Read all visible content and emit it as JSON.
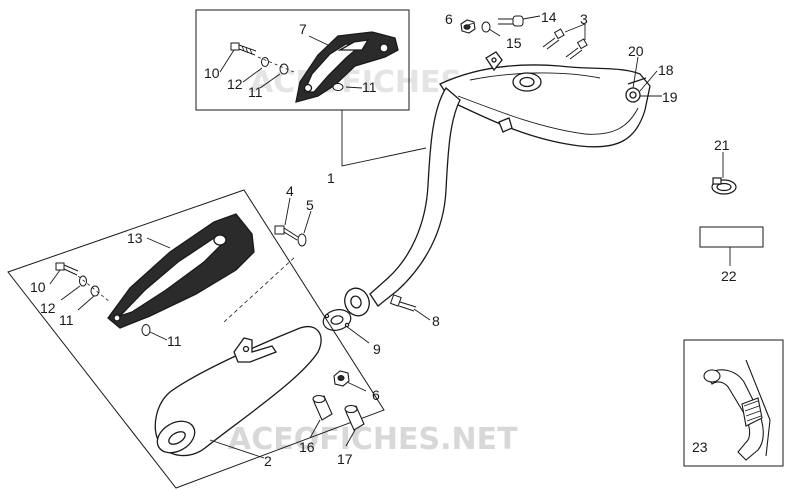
{
  "watermark": "ACEOFICHES.NET",
  "callouts": {
    "n1": "1",
    "n2": "2",
    "n3": "3",
    "n4": "4",
    "n5": "5",
    "n6a": "6",
    "n6b": "6",
    "n7": "7",
    "n8": "8",
    "n9": "9",
    "n10a": "10",
    "n10b": "10",
    "n11a": "11",
    "n11b": "11",
    "n11c": "11",
    "n11d": "11",
    "n12a": "12",
    "n12b": "12",
    "n13": "13",
    "n14": "14",
    "n15": "15",
    "n16": "16",
    "n17": "17",
    "n18": "18",
    "n19": "19",
    "n20": "20",
    "n21": "21",
    "n22": "22",
    "n23": "23"
  },
  "colors": {
    "line": "#1a1a1a",
    "part_fill": "#ffffff",
    "dark_fill": "#2b2b2b",
    "watermark": "#cfcfcf"
  }
}
